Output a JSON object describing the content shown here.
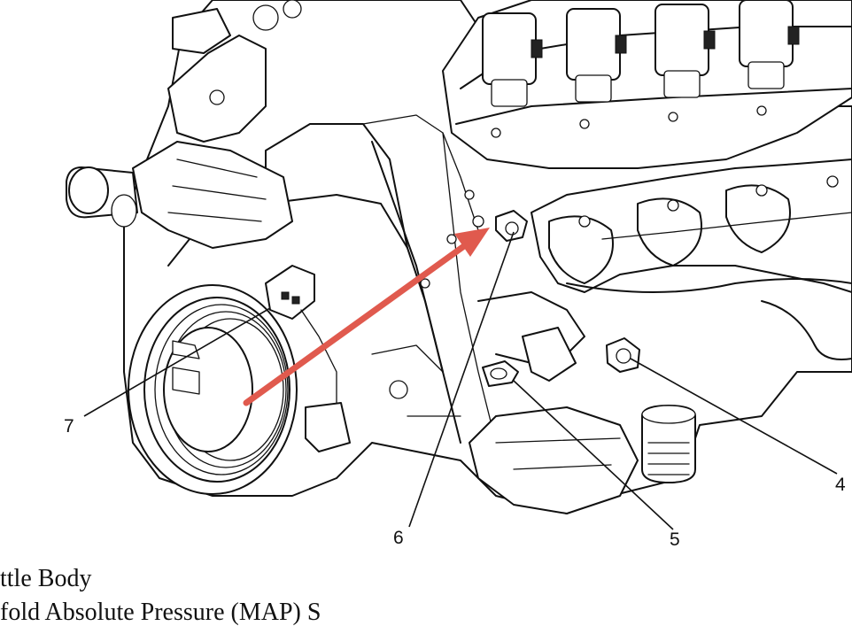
{
  "callouts": [
    {
      "id": "7",
      "label": "7"
    },
    {
      "id": "6",
      "label": "6"
    },
    {
      "id": "5",
      "label": "5"
    },
    {
      "id": "4",
      "label": "4"
    }
  ],
  "legend": {
    "line_1": "ttle Body",
    "line_2": "fold Absolute Pressure (MAP) S"
  },
  "colors": {
    "line": "#111111",
    "arrow": "#e05a4e"
  }
}
